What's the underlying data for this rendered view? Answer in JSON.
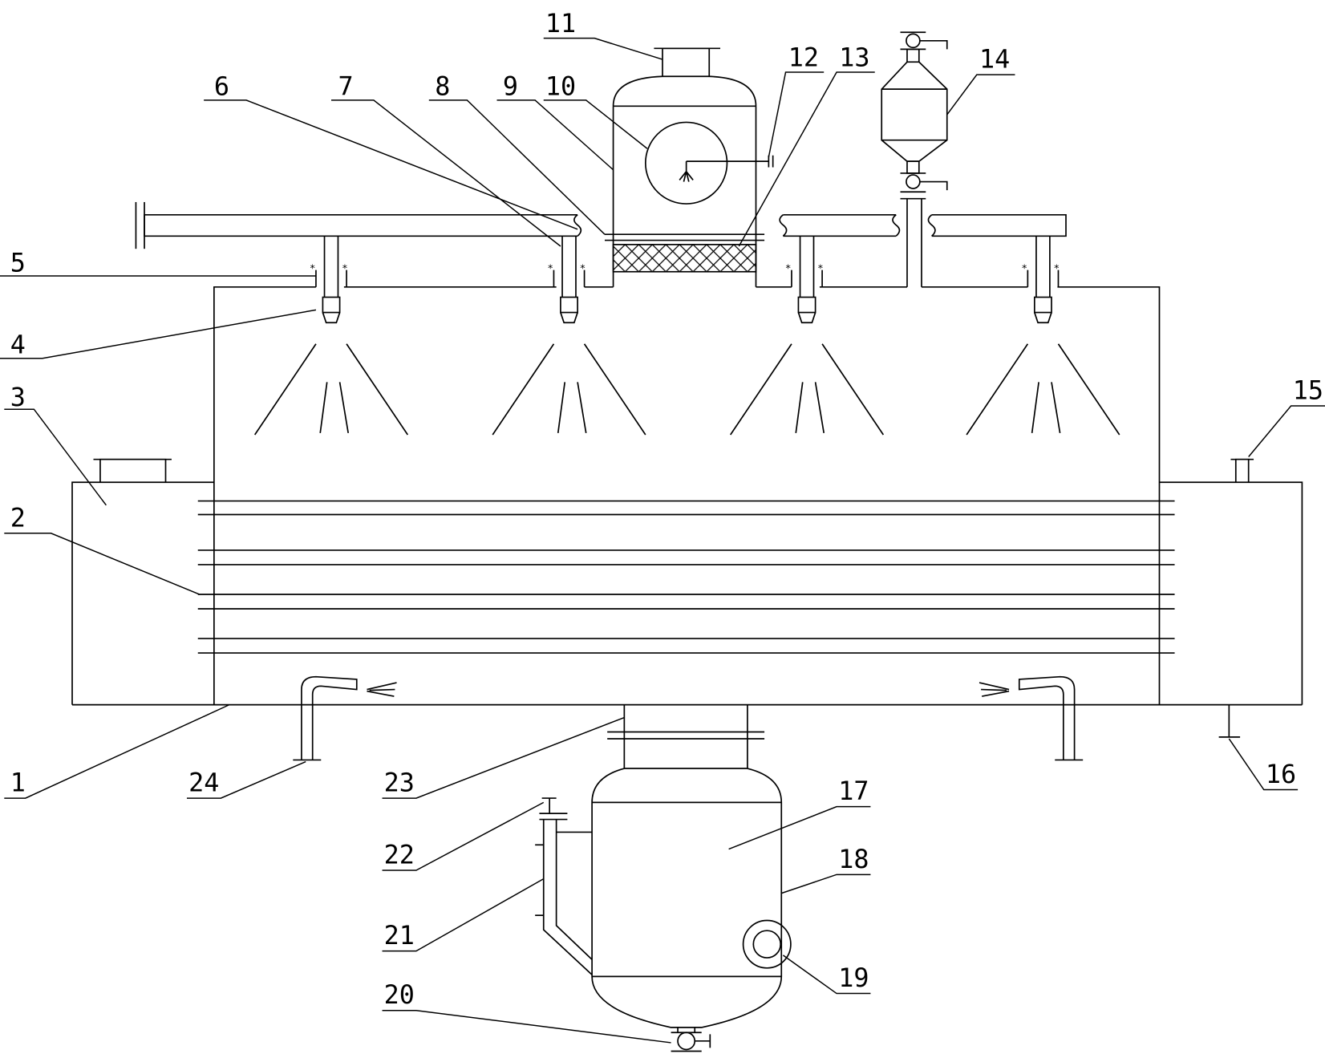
{
  "figure": {
    "type": "patent schematic drawing",
    "labels": {
      "n1": "1",
      "n2": "2",
      "n3": "3",
      "n4": "4",
      "n5": "5",
      "n6": "6",
      "n7": "7",
      "n8": "8",
      "n9": "9",
      "n10": "10",
      "n11": "11",
      "n12": "12",
      "n13": "13",
      "n14": "14",
      "n15": "15",
      "n16": "16",
      "n17": "17",
      "n18": "18",
      "n19": "19",
      "n20": "20",
      "n21": "21",
      "n22": "22",
      "n23": "23",
      "n24": "24"
    }
  }
}
